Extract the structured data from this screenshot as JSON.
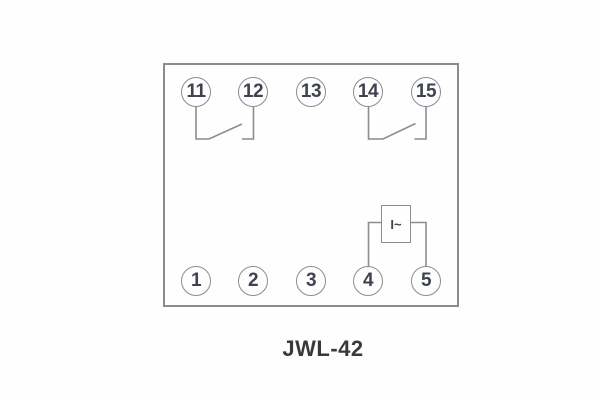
{
  "diagram": {
    "model_label": "JWL-42",
    "terminals": {
      "top": [
        "11",
        "12",
        "13",
        "14",
        "15"
      ],
      "bottom": [
        "1",
        "2",
        "3",
        "4",
        "5"
      ]
    },
    "current_element_label": "I~",
    "contacts": [
      {
        "between": [
          "11",
          "12"
        ],
        "type": "normally-open-contact"
      },
      {
        "between": [
          "14",
          "15"
        ],
        "type": "normally-open-contact"
      }
    ],
    "current_element_between": [
      "4",
      "5"
    ],
    "colors": {
      "line": "#8b8b91",
      "number_text": "#3f4350",
      "label_text": "#38393d",
      "background": "#fefefe"
    }
  }
}
